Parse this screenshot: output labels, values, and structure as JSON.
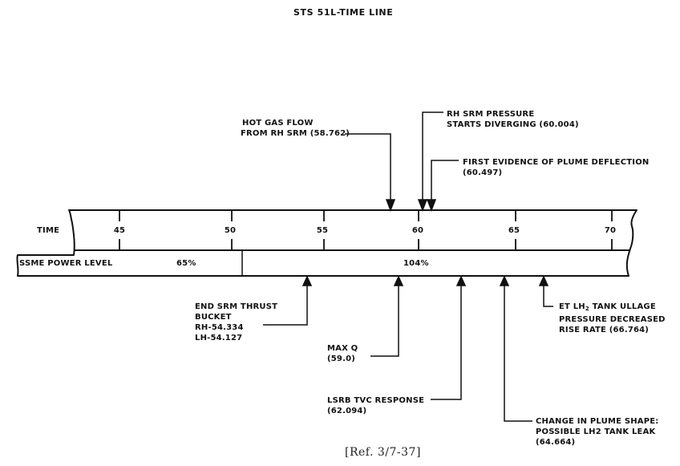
{
  "title": "STS 51L-TIME LINE",
  "time_axis": {
    "label": "TIME",
    "ticks": [
      "45",
      "50",
      "55",
      "60",
      "65",
      "70"
    ]
  },
  "power_level": {
    "label": "SSME POWER LEVEL",
    "segments": [
      "65%",
      "104%"
    ]
  },
  "events_above": [
    {
      "lines": [
        "HOT GAS FLOW",
        "FROM RH SRM (58.762)"
      ]
    },
    {
      "lines": [
        "RH SRM PRESSURE",
        "STARTS DIVERGING (60.004)"
      ]
    },
    {
      "lines": [
        "FIRST EVIDENCE OF PLUME DEFLECTION",
        "(60.497)"
      ]
    }
  ],
  "events_below": [
    {
      "lines": [
        "END SRM THRUST",
        "BUCKET",
        "RH-54.334",
        "LH-54.127"
      ]
    },
    {
      "lines": [
        "MAX Q",
        "(59.0)"
      ]
    },
    {
      "lines": [
        "LSRB TVC RESPONSE",
        "(62.094)"
      ]
    },
    {
      "lines": [
        "CHANGE IN PLUME SHAPE:",
        "POSSIBLE LH2 TANK LEAK",
        "(64.664)"
      ]
    },
    {
      "lines_rich": {
        "pre": "ET LH",
        "sub": "2",
        "post": " TANK ULLAGE"
      },
      "lines": [
        "PRESSURE DECREASED",
        "RISE RATE (66.764)"
      ]
    }
  ],
  "reference": "[Ref. 3/7-37]",
  "colors": {
    "ink": "#111111",
    "background": "#ffffff"
  }
}
